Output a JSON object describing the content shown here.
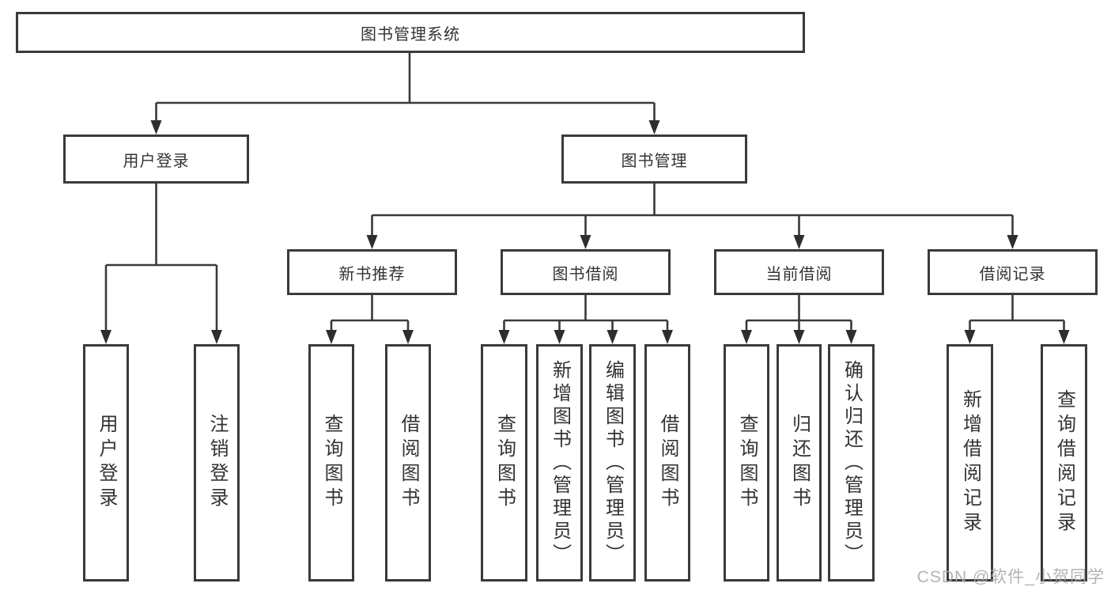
{
  "watermark": "CSDN @软件_小贺同学",
  "colors": {
    "line": "#3a3a3a",
    "text": "#333333",
    "canvas": "#ffffff",
    "watermark_text": "#a8a8aa"
  },
  "diagram": {
    "type": "tree",
    "root": {
      "label": "图书管理系统"
    },
    "children": [
      {
        "label": "用户登录",
        "children": [
          {
            "label": "用户登录"
          },
          {
            "label": "注销登录"
          }
        ]
      },
      {
        "label": "图书管理",
        "children": [
          {
            "label": "新书推荐",
            "children": [
              {
                "label": "查询图书"
              },
              {
                "label": "借阅图书"
              }
            ]
          },
          {
            "label": "图书借阅",
            "children": [
              {
                "label": "查询图书"
              },
              {
                "label": "新增图书（管理员）"
              },
              {
                "label": "编辑图书（管理员）"
              },
              {
                "label": "借阅图书"
              }
            ]
          },
          {
            "label": "当前借阅",
            "children": [
              {
                "label": "查询图书"
              },
              {
                "label": "归还图书"
              },
              {
                "label": "确认归还（管理员）"
              }
            ]
          },
          {
            "label": "借阅记录",
            "children": [
              {
                "label": "新增借阅记录"
              },
              {
                "label": "查询借阅记录"
              }
            ]
          }
        ]
      }
    ]
  }
}
